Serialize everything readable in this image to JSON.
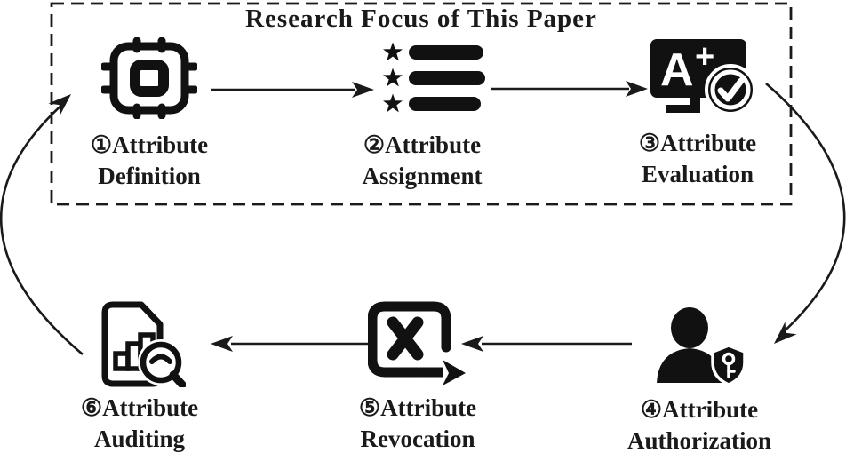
{
  "diagram": {
    "title": "Research Focus of This Paper",
    "colors": {
      "ink": "#1a1a1a",
      "icon_fill": "#111111",
      "background": "#ffffff"
    },
    "nodes": [
      {
        "step": 1,
        "label_line1": "①Attribute",
        "label_line2": "Definition",
        "icon": "cpu-chip-icon"
      },
      {
        "step": 2,
        "label_line1": "②Attribute",
        "label_line2": "Assignment",
        "icon": "starred-list-icon"
      },
      {
        "step": 3,
        "label_line1": "③Attribute",
        "label_line2": "Evaluation",
        "icon": "grade-screen-check-icon",
        "icon_text": {
          "letter": "A",
          "plus": "+"
        }
      },
      {
        "step": 4,
        "label_line1": "④Attribute",
        "label_line2": "Authorization",
        "icon": "user-shield-key-icon"
      },
      {
        "step": 5,
        "label_line1": "⑤Attribute",
        "label_line2": "Revocation",
        "icon": "x-box-exit-arrow-icon"
      },
      {
        "step": 6,
        "label_line1": "⑥Attribute",
        "label_line2": "Auditing",
        "icon": "report-magnifier-icon"
      }
    ],
    "edges": [
      [
        1,
        2
      ],
      [
        2,
        3
      ],
      [
        3,
        4
      ],
      [
        4,
        5
      ],
      [
        5,
        6
      ],
      [
        6,
        1
      ]
    ],
    "focus_box_contains_steps": [
      1,
      2,
      3
    ]
  }
}
